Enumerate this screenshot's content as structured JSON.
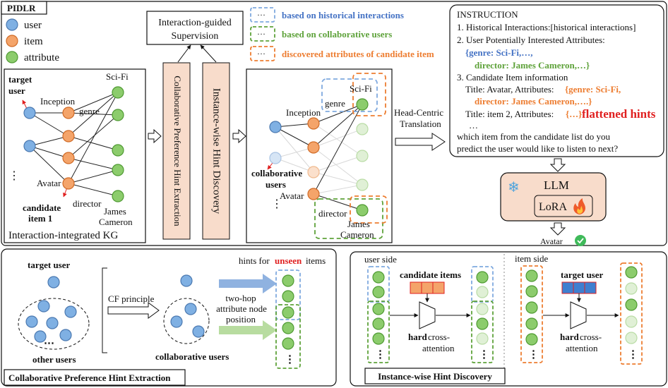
{
  "colors": {
    "user": "#7fb0e3",
    "item": "#f4a46a",
    "attribute": "#8ccc6c",
    "blue_text": "#4472c4",
    "green_text": "#5ea23a",
    "orange_text": "#ed7d31",
    "red": "#e02020",
    "panel": "#f8dccb"
  },
  "title": "PIDLR",
  "legend": {
    "user": "user",
    "item": "item",
    "attribute": "attribute"
  },
  "kg": {
    "target_user": [
      "target",
      "user"
    ],
    "inception": "Inception",
    "genre": "genre",
    "scifi": "Sci-Fi",
    "dots": "⋮",
    "avatar": "Avatar",
    "director": "director",
    "james": "James",
    "cameron": "Cameron",
    "candidate_item": [
      "candidate",
      "item 1"
    ],
    "caption": "Interaction-integrated KG"
  },
  "supervision": [
    "Interaction-guided",
    "Supervision"
  ],
  "module_cphe": "Collaborative Preference Hint Extraction",
  "module_ihd": "Instance-wise Hint Discovery",
  "hints_legend": {
    "historical": "based on historical interactions",
    "collaborative": "based on collaborative users",
    "discovered": "discovered attributes of candidate item",
    "ellipsis": "···"
  },
  "middle": {
    "scifi": "Sci-Fi",
    "genre": "genre",
    "inception": "Inception",
    "collab": [
      "collaborative",
      "users"
    ],
    "avatar": "Avatar",
    "dots": "⋮",
    "director": "director",
    "james": "James",
    "cameron": "Cameron"
  },
  "head_centric": [
    "Head-Centric",
    "Translation"
  ],
  "instruction": {
    "header": "INSTRUCTION",
    "l1": "1. Historical Interactions:[historical interactions]",
    "l2": "2. User Potentially Interested Attributes:",
    "l3": "{genre: Sci-Fi,…,",
    "l4": "director: James Cameron,…}",
    "l5": "3. Candidate Item information",
    "l6a": "Title: Avatar, Attributes: ",
    "l6b": "{genre: Sci-Fi,",
    "l7": "director: James Cameron,….}",
    "l8a": "Title: item 2, Attributes: ",
    "l8b": "{…}",
    "l8c": "flattened hints",
    "l9": "…",
    "l10": "which item from the candidate list do you",
    "l11": "predict the user would like to listen to next?"
  },
  "llm": {
    "snow": "❄",
    "label": "LLM",
    "lora": "LoRA",
    "fire": "🔥"
  },
  "output": {
    "label": "Avatar",
    "check": "✓"
  },
  "bottom_left": {
    "target_user": "target user",
    "other_users": "other users",
    "cf_principle": "CF principle",
    "collaborative_users": "collaborative users",
    "hints_for": "hints for ",
    "unseen": "unseen",
    "items": " items",
    "two_hop": [
      "two-hop",
      "attribute node",
      "position"
    ],
    "dots": "⋯",
    "vdots": "⋮",
    "caption": "Collaborative Preference Hint Extraction"
  },
  "bottom_right": {
    "user_side": "user side",
    "candidate_items": "candidate items",
    "hard": "hard",
    "cross": " cross-",
    "attention": "attention",
    "item_side": "item side",
    "target_user": "target user",
    "vdots": "⋮",
    "caption": "Instance-wise Hint Discovery"
  }
}
